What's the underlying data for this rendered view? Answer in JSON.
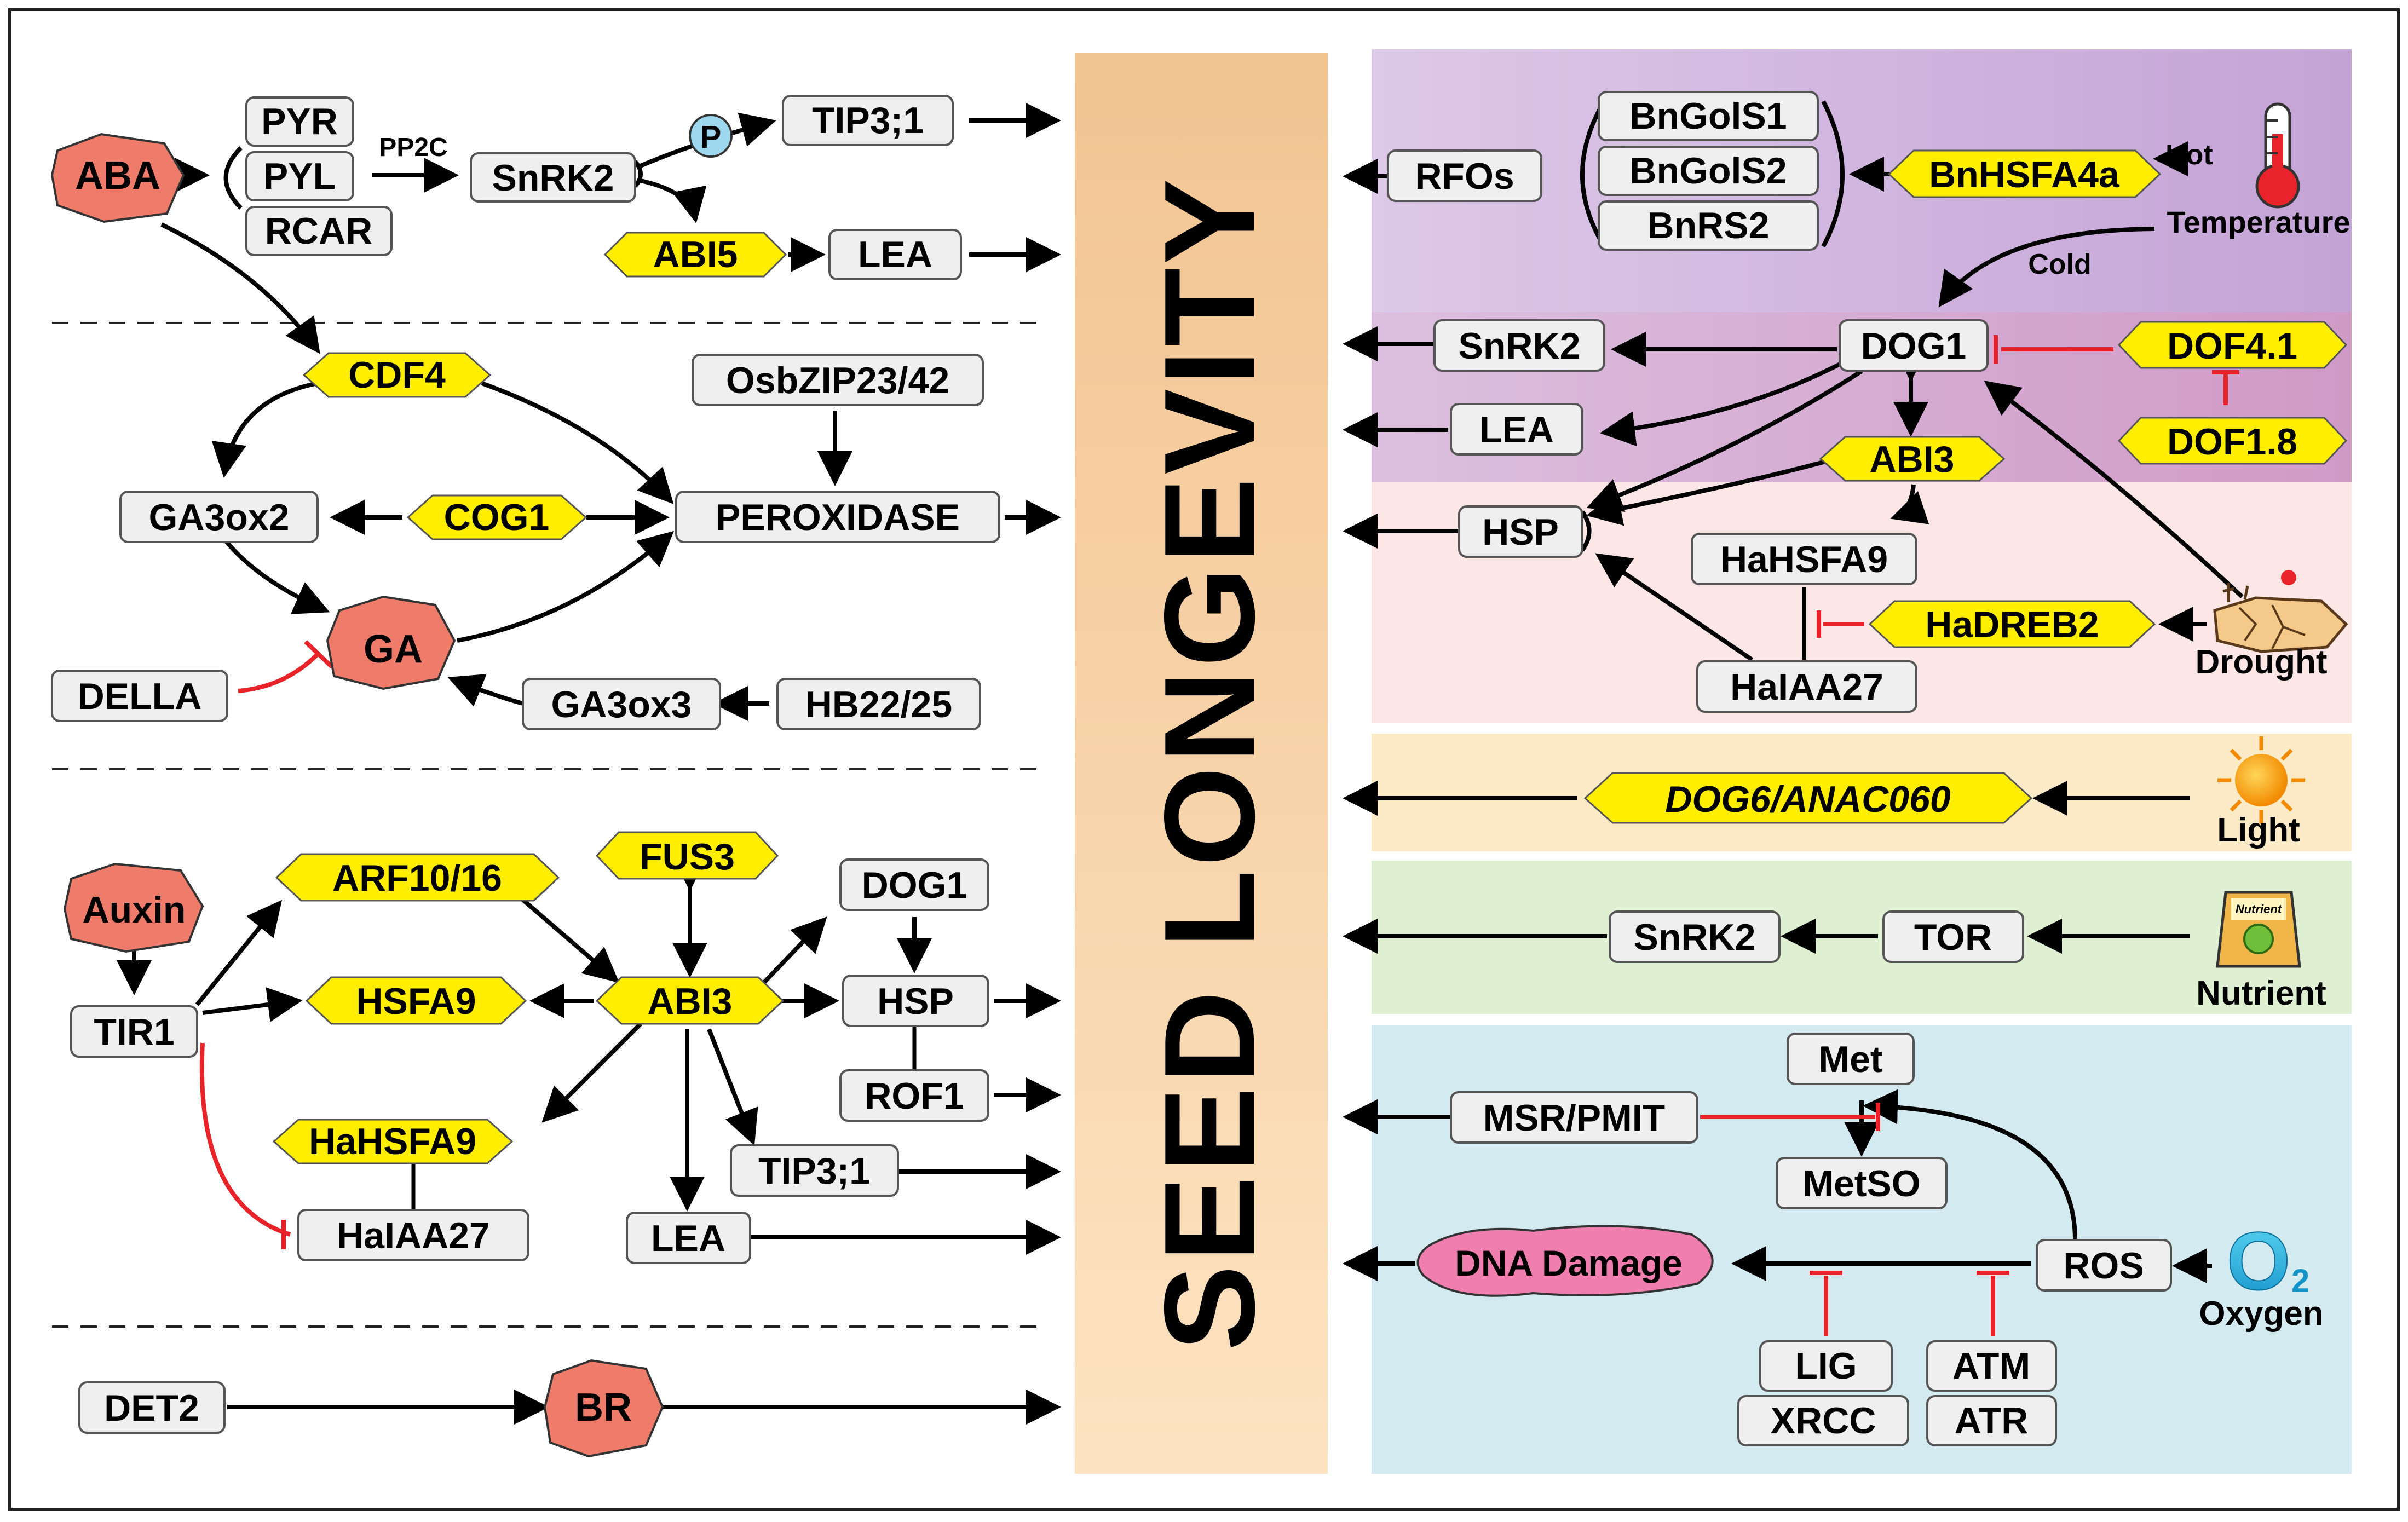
{
  "central": {
    "label": "SEED LONGEVITY"
  },
  "left": {
    "aba": "ABA",
    "pyr": "PYR",
    "pyl": "PYL",
    "rcar": "RCAR",
    "pp2c": "PP2C",
    "snrk2": "SnRK2",
    "p": "P",
    "tip31": "TIP3;1",
    "abi5": "ABI5",
    "lea": "LEA",
    "cdf4": "CDF4",
    "osbzip": "OsbZIP23/42",
    "ga3ox2": "GA3ox2",
    "cog1": "COG1",
    "peroxidase": "PEROXIDASE",
    "ga": "GA",
    "della": "DELLA",
    "ga3ox3": "GA3ox3",
    "hb2225": "HB22/25",
    "auxin": "Auxin",
    "tir1": "TIR1",
    "arf1016": "ARF10/16",
    "hsfa9": "HSFA9",
    "fus3": "FUS3",
    "abi3": "ABI3",
    "dog1": "DOG1",
    "hsp": "HSP",
    "rof1": "ROF1",
    "hahsfa9": "HaHSFA9",
    "haiaa27": "HaIAA27",
    "tip31b": "TIP3;1",
    "lea2": "LEA",
    "det2": "DET2",
    "br": "BR"
  },
  "right": {
    "rfos": "RFOs",
    "bngols1": "BnGolS1",
    "bngols2": "BnGolS2",
    "bnrs2": "BnRS2",
    "bnhsfa4a": "BnHSFA4a",
    "hot": "Hot",
    "temperature": "Temperature",
    "cold": "Cold",
    "snrk2": "SnRK2",
    "dog1": "DOG1",
    "dof41": "DOF4.1",
    "dof18": "DOF1.8",
    "lea": "LEA",
    "abi3": "ABI3",
    "hsp": "HSP",
    "hahsfa9": "HaHSFA9",
    "hadreb2": "HaDREB2",
    "haiaa27": "HaIAA27",
    "drought": "Drought",
    "dog6": "DOG6/ANAC060",
    "light": "Light",
    "snrk2b": "SnRK2",
    "tor": "TOR",
    "nutrient": "Nutrient",
    "nutrient_bag": "Nutrient",
    "met": "Met",
    "msr": "MSR/PMIT",
    "metso": "MetSO",
    "dna": "DNA Damage",
    "ros": "ROS",
    "lig": "LIG",
    "xrcc": "XRCC",
    "atm": "ATM",
    "atr": "ATR",
    "o2": "O",
    "o2sub": "2",
    "oxygen": "Oxygen"
  },
  "colors": {
    "node_fill": "#efefef",
    "yellow": "#ffee00",
    "red_node": "#ef7b6a",
    "pink_node": "#f07fb0",
    "inhibit": "#e8232a",
    "central_top": "#f2c491",
    "central_bottom": "#fde3c2",
    "temp_band": "#ceb6dd",
    "dog_band": "#d6a8d0",
    "drought_band": "#fde6e6",
    "light_band": "#fdebc8",
    "nutrient_band": "#dff0d2",
    "oxygen_band": "#d3eaf0"
  }
}
